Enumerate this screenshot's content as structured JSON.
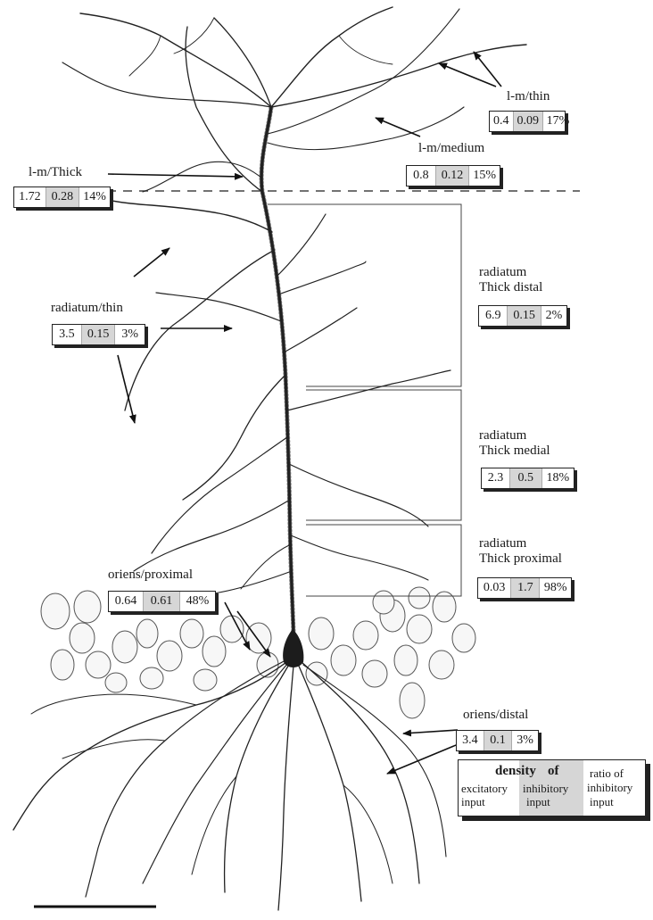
{
  "labels": {
    "lm_thin": "l-m/thin",
    "lm_medium": "l-m/medium",
    "lm_thick": "l-m/Thick",
    "radiatum_thin": "radiatum/thin",
    "radiatum_thick_distal_1": "radiatum",
    "radiatum_thick_distal_2": "Thick distal",
    "radiatum_thick_medial_1": "radiatum",
    "radiatum_thick_medial_2": "Thick medial",
    "radiatum_thick_proximal_1": "radiatum",
    "radiatum_thick_proximal_2": "Thick proximal",
    "oriens_proximal": "oriens/proximal",
    "oriens_distal": "oriens/distal"
  },
  "boxes": {
    "lm_thin": [
      "0.4",
      "0.09",
      "17%"
    ],
    "lm_medium": [
      "0.8",
      "0.12",
      "15%"
    ],
    "lm_thick": [
      "1.72",
      "0.28",
      "14%"
    ],
    "radiatum_thin": [
      "3.5",
      "0.15",
      "3%"
    ],
    "radiatum_thick_distal": [
      "6.9",
      "0.15",
      "2%"
    ],
    "radiatum_thick_medial": [
      "2.3",
      "0.5",
      "18%"
    ],
    "radiatum_thick_proximal": [
      "0.03",
      "1.7",
      "98%"
    ],
    "oriens_proximal": [
      "0.64",
      "0.61",
      "48%"
    ],
    "oriens_distal": [
      "3.4",
      "0.1",
      "3%"
    ]
  },
  "legend": {
    "density_of_a": "density",
    "density_of_b": "of",
    "excitatory_1": "excitatory",
    "excitatory_2": "input",
    "inhibitory_1": "inhibitory",
    "inhibitory_2": "input",
    "ratio_1": "ratio of",
    "ratio_2": "inhibitory",
    "ratio_3": "input"
  }
}
